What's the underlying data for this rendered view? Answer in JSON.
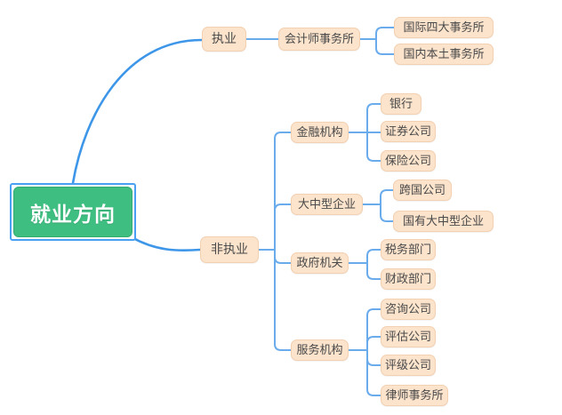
{
  "mindmap": {
    "root": "就业方向",
    "branches": [
      {
        "label": "执业",
        "children": [
          {
            "label": "会计师事务所",
            "children": [
              {
                "label": "国际四大事务所"
              },
              {
                "label": "国内本土事务所"
              }
            ]
          }
        ]
      },
      {
        "label": "非执业",
        "children": [
          {
            "label": "金融机构",
            "children": [
              {
                "label": "银行"
              },
              {
                "label": "证券公司"
              },
              {
                "label": "保险公司"
              }
            ]
          },
          {
            "label": "大中型企业",
            "children": [
              {
                "label": "跨国公司"
              },
              {
                "label": "国有大中型企业"
              }
            ]
          },
          {
            "label": "政府机关",
            "children": [
              {
                "label": "税务部门"
              },
              {
                "label": "财政部门"
              }
            ]
          },
          {
            "label": "服务机构",
            "children": [
              {
                "label": "咨询公司"
              },
              {
                "label": "评估公司"
              },
              {
                "label": "评级公司"
              },
              {
                "label": "律师事务所"
              }
            ]
          }
        ]
      }
    ]
  },
  "colors": {
    "root_fill": "#3fbe81",
    "root_text": "#ffffff",
    "selection_border": "#4aa0f2",
    "node_fill": "#fbe3cc",
    "node_border": "#f3d0b0",
    "node_text": "#4a4a4a",
    "edge_main": "#3e96e9",
    "edge_light": "#6aabec",
    "background": "#ffffff"
  }
}
